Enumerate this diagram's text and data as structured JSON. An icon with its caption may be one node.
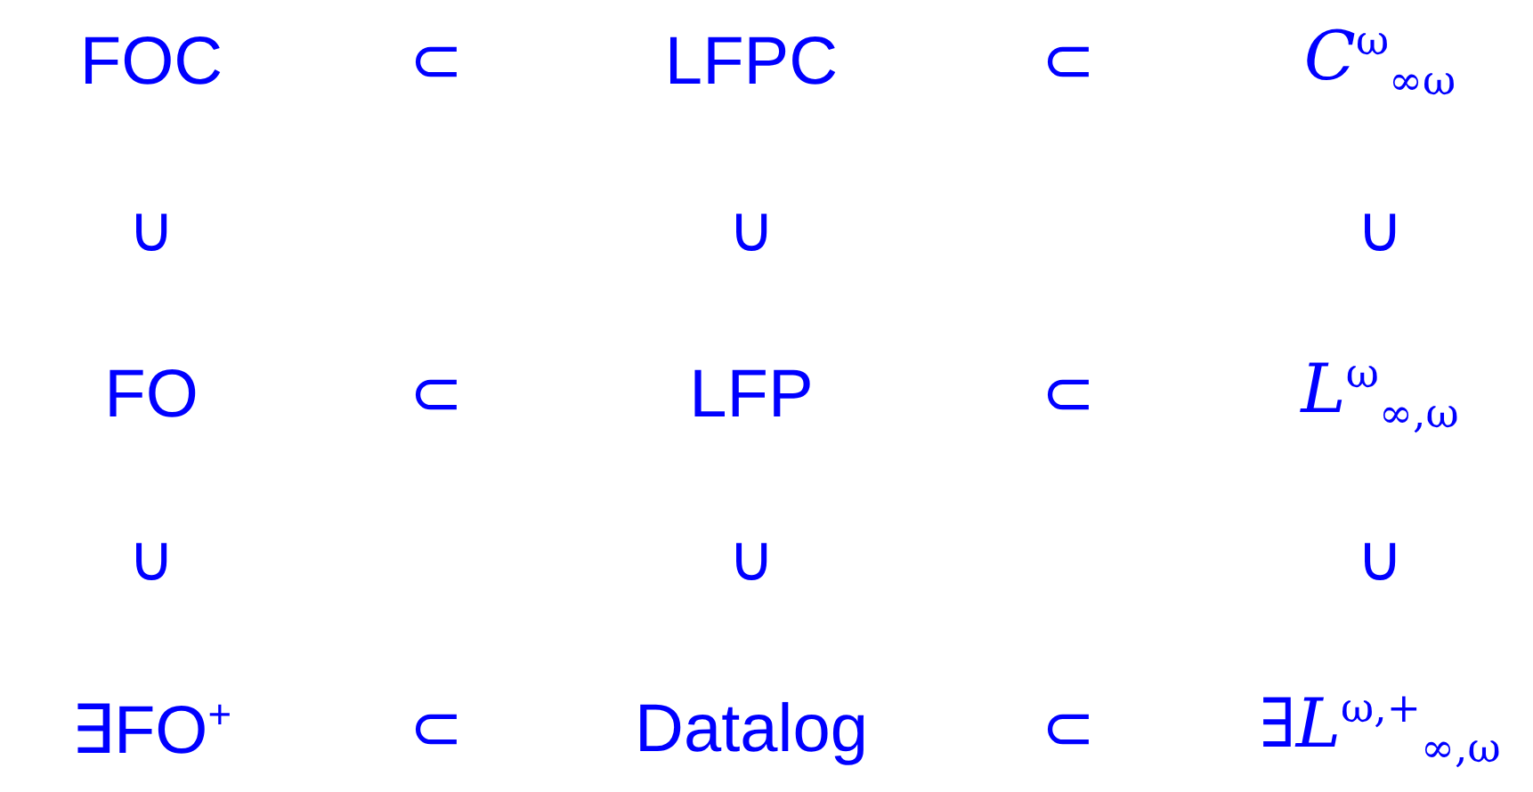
{
  "diagram": {
    "labels": [
      "FOC",
      "⊂",
      "LFPC",
      "⊂",
      "*C*$^{ω}$$_{∞ω}$",
      "∪",
      "∪",
      "∪",
      "FO",
      "⊂",
      "LFP",
      "⊂",
      "*L*$^{ω}$$_{∞,ω}$",
      "∪",
      "∪",
      "∪",
      "∃FO$^{+}$",
      "⊂",
      "Datalog",
      "⊂",
      "∃*L*$^{ω,+}$$_{∞,ω}$"
    ]
  }
}
